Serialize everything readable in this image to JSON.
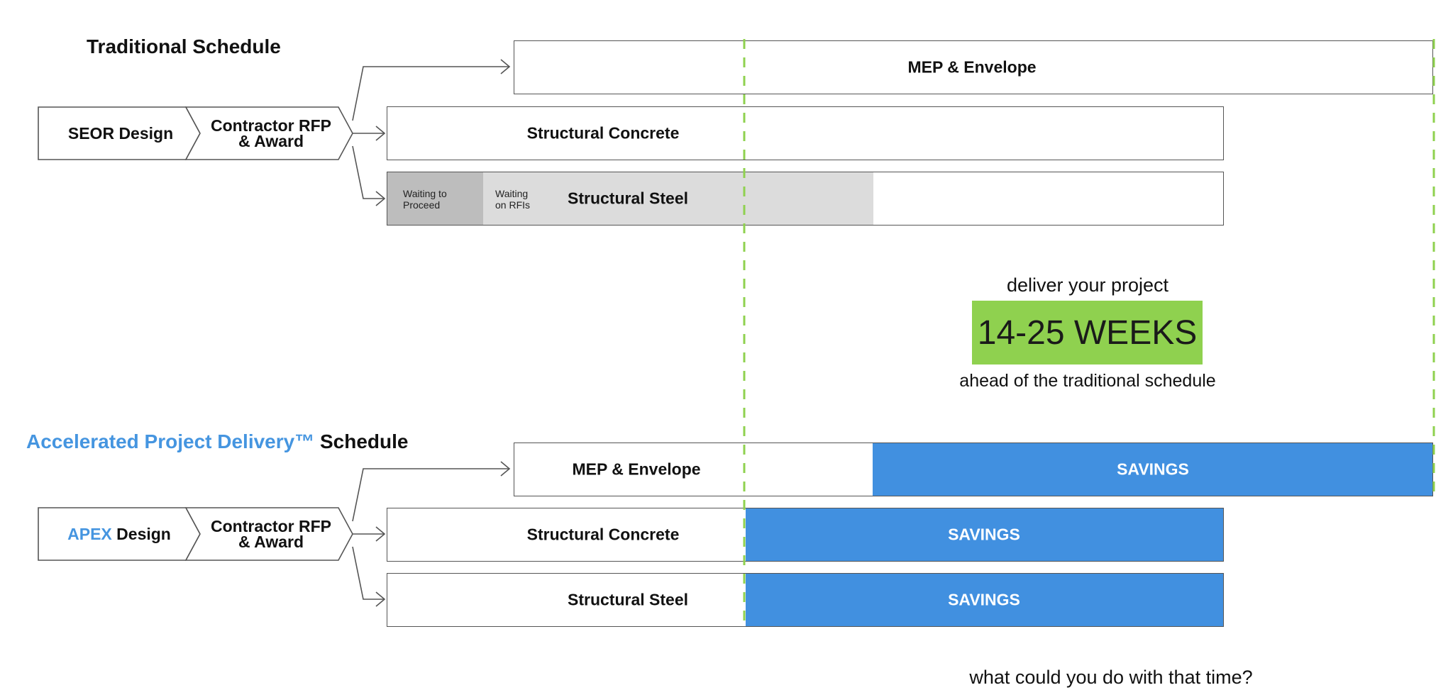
{
  "traditional": {
    "title": "Traditional Schedule",
    "stage1": "SEOR Design",
    "stage2_line1": "Contractor RFP",
    "stage2_line2": "& Award",
    "mep": "MEP & Envelope",
    "concrete": "Structural Concrete",
    "steel": "Structural Steel",
    "waiting_proceed_line1": "Waiting to",
    "waiting_proceed_line2": "Proceed",
    "waiting_rfis_line1": "Waiting",
    "waiting_rfis_line2": "on RFIs"
  },
  "callout": {
    "top": "deliver your project",
    "weeks": "14-25 WEEKS",
    "bottom": "ahead of the traditional schedule",
    "accent_color": "#8fd14f"
  },
  "accelerated": {
    "title_brand": "Accelerated Project Delivery™",
    "title_suffix": " Schedule",
    "stage1_brand": "APEX",
    "stage1_suffix": " Design",
    "stage2_line1": "Contractor RFP",
    "stage2_line2": "& Award",
    "mep": "MEP & Envelope",
    "concrete": "Structural Concrete",
    "steel": "Structural Steel",
    "savings": "SAVINGS",
    "brand_color": "#4595e0"
  },
  "footer": {
    "question": "what could you do with that time?"
  },
  "colors": {
    "savings": "#4190e0",
    "dashed_line": "#8fd14f",
    "waiting_dark": "#bdbdbd",
    "waiting_light": "#dcdcdc"
  }
}
